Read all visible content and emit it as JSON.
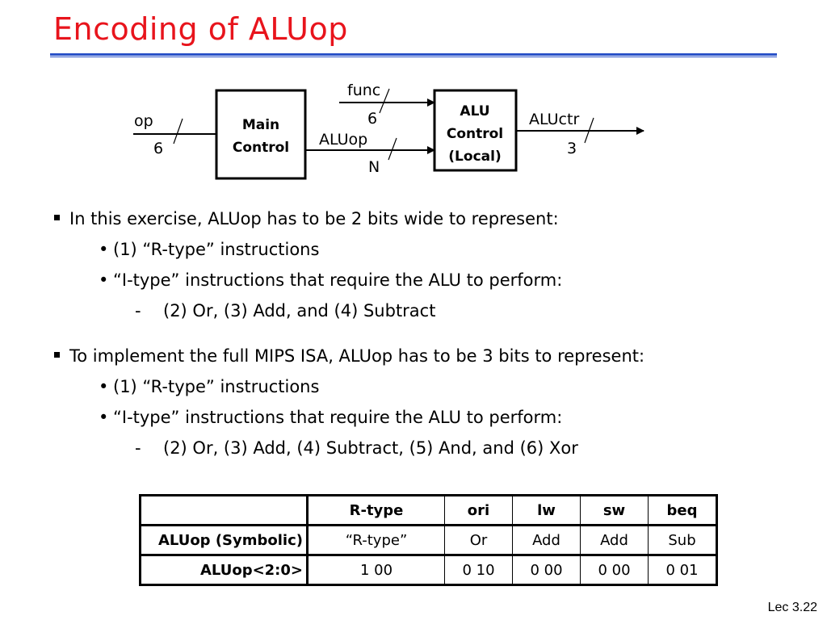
{
  "title": "Encoding of ALUop",
  "diagram": {
    "op_label": "op",
    "op_width": "6",
    "main_control": [
      "Main",
      "Control"
    ],
    "func_label": "func",
    "func_width": "6",
    "aluop_label": "ALUop",
    "aluop_width": "N",
    "alu_control": [
      "ALU",
      "Control",
      "(Local)"
    ],
    "aluctr_label": "ALUctr",
    "aluctr_width": "3"
  },
  "section1": {
    "bullet": "In this exercise, ALUop has to be 2 bits wide to represent:",
    "sub1": "(1) “R-type” instructions",
    "sub2": "“I-type” instructions that require the ALU to perform:",
    "detail": "(2) Or, (3) Add, and (4) Subtract"
  },
  "section2": {
    "bullet": "To implement the full MIPS ISA, ALUop has to be 3 bits to represent:",
    "sub1": "(1) “R-type” instructions",
    "sub2": "“I-type” instructions that require the ALU to perform:",
    "detail": "(2) Or, (3) Add,  (4)  Subtract, (5) And, and (6) Xor"
  },
  "table": {
    "header": [
      "",
      "R-type",
      "ori",
      "lw",
      "sw",
      "beq"
    ],
    "rows": [
      [
        "ALUop (Symbolic)",
        "“R-type”",
        "Or",
        "Add",
        "Add",
        "Sub"
      ],
      [
        "ALUop<2:0>",
        "1 00",
        "0 10",
        "0 00",
        "0 00",
        "0 01"
      ]
    ]
  },
  "footer": "Lec 3.22",
  "colors": {
    "title": "#e8141c",
    "rule": "#2a52c8"
  }
}
